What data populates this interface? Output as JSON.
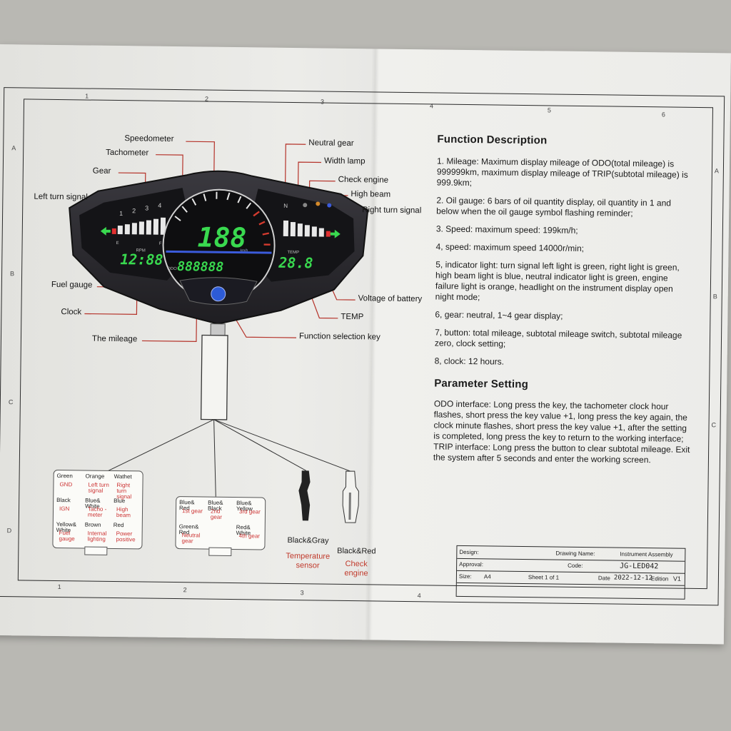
{
  "callouts": {
    "speedometer": "Speedometer",
    "tachometer": "Tachometer",
    "gear": "Gear",
    "left_turn_signal": "Left turn signal",
    "fuel_gauge": "Fuel gauge",
    "clock": "Clock",
    "mileage": "The mileage",
    "neutral_gear": "Neutral gear",
    "width_lamp": "Width lamp",
    "check_engine": "Check engine",
    "high_beam": "High beam",
    "right_turn_signal": "Right turn signal",
    "battery_voltage": "Voltage of battery",
    "temp": "TEMP",
    "function_key": "Function selection key"
  },
  "pictorial_lettering": [
    "1",
    "2",
    "3",
    "4",
    "N",
    "E",
    "F",
    "RPM",
    "ODO",
    "km/h",
    "TEMP",
    "188",
    "12:88",
    "888888",
    "28.8"
  ],
  "frame": {
    "cols_top": [
      "1",
      "2",
      "3",
      "4",
      "5",
      "6"
    ],
    "cols_bottom": [
      "1",
      "2",
      "3",
      "4"
    ],
    "rows": [
      "A",
      "B",
      "C",
      "D"
    ]
  },
  "function_description": {
    "title": "Function Description",
    "items": [
      "1. Mileage: Maximum display mileage of ODO(total mileage) is 999999km, maximum display mileage of TRIP(subtotal mileage) is 999.9km;",
      "2. Oil gauge: 6 bars of oil quantity display, oil quantity in 1 and below when the oil gauge symbol flashing reminder;",
      "3. Speed: maximum speed: 199km/h;",
      "4, speed: maximum speed 14000r/min;",
      "5, indicator light: turn signal left light is green, right light is green, high beam light is blue, neutral indicator light is green, engine failure light is orange, headlight on the instrument display open night mode;",
      "6, gear: neutral, 1~4 gear display;",
      "7, button: total mileage, subtotal mileage switch, subtotal mileage zero, clock setting;",
      "8, clock: 12 hours."
    ]
  },
  "parameter_setting": {
    "title": "Parameter Setting",
    "text": "ODO interface: Long press the key, the tachometer clock hour flashes, short press the key value +1, long press the key again, the clock minute flashes, short press the key value +1, after the setting is completed, long press the key to return to the working interface; TRIP interface: Long press the button to clear subtotal mileage. Exit the system after 5 seconds and enter the working screen."
  },
  "connector_left": {
    "cells": [
      {
        "wire": "Green",
        "func": "GND"
      },
      {
        "wire": "Orange",
        "func": "Left turn signal"
      },
      {
        "wire": "Wathet",
        "func": "Right turn signal"
      },
      {
        "wire": "Black",
        "func": "IGN"
      },
      {
        "wire": "Blue& White",
        "func": "Tacho -meter"
      },
      {
        "wire": "Blue",
        "func": "High beam"
      },
      {
        "wire": "Yellow& White",
        "func": "Fuel gauge"
      },
      {
        "wire": "Brown",
        "func": "Internal lighting"
      },
      {
        "wire": "Red",
        "func": "Power positive"
      }
    ]
  },
  "connector_right": {
    "cells": [
      {
        "wire": "Blue& Red",
        "func": "1st gear"
      },
      {
        "wire": "Blue& Black",
        "func": "2nd gear"
      },
      {
        "wire": "Blue& Yellow",
        "func": "3rd gear"
      },
      {
        "wire": "Green& Red",
        "func": "Neutral gear"
      },
      {
        "wire": "",
        "func": ""
      },
      {
        "wire": "Red& White",
        "func": "4th gear"
      }
    ]
  },
  "sensors": {
    "temp_wire": "Black&Gray",
    "temp_label": "Temperature sensor",
    "engine_wire": "Black&Red",
    "engine_label": "Check engine"
  },
  "title_block": {
    "design": "Design:",
    "approval": "Approval:",
    "size_label": "Size:",
    "size": "A4",
    "sheet": "Sheet 1 of 1",
    "drawing_name_label": "Drawing Name:",
    "drawing_name": "Instrument Assembly",
    "code_label": "Code:",
    "code": "JG-LED042",
    "date_label": "Date",
    "date": "2022-12-12",
    "edition_label": "Edition",
    "edition": "V1"
  },
  "colors": {
    "paper": "#ecece9",
    "segment_green": "#39d94f",
    "dash_body": "#2b2a30",
    "callout_dot": "#f4df1c",
    "leader_red": "#b5332a",
    "red_text": "#c0392b"
  }
}
